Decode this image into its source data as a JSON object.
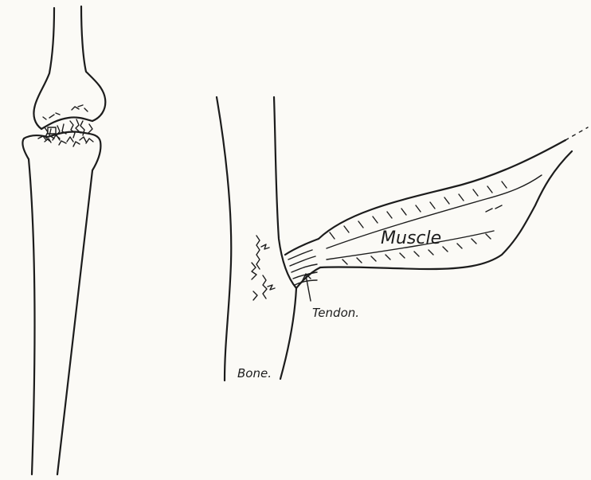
{
  "labels": {
    "muscle": "Muscle",
    "tendon": "Tendon.",
    "bone": "Bone."
  },
  "colors": {
    "paper": "#fbfaf6",
    "ink": "#1c1c1c"
  }
}
